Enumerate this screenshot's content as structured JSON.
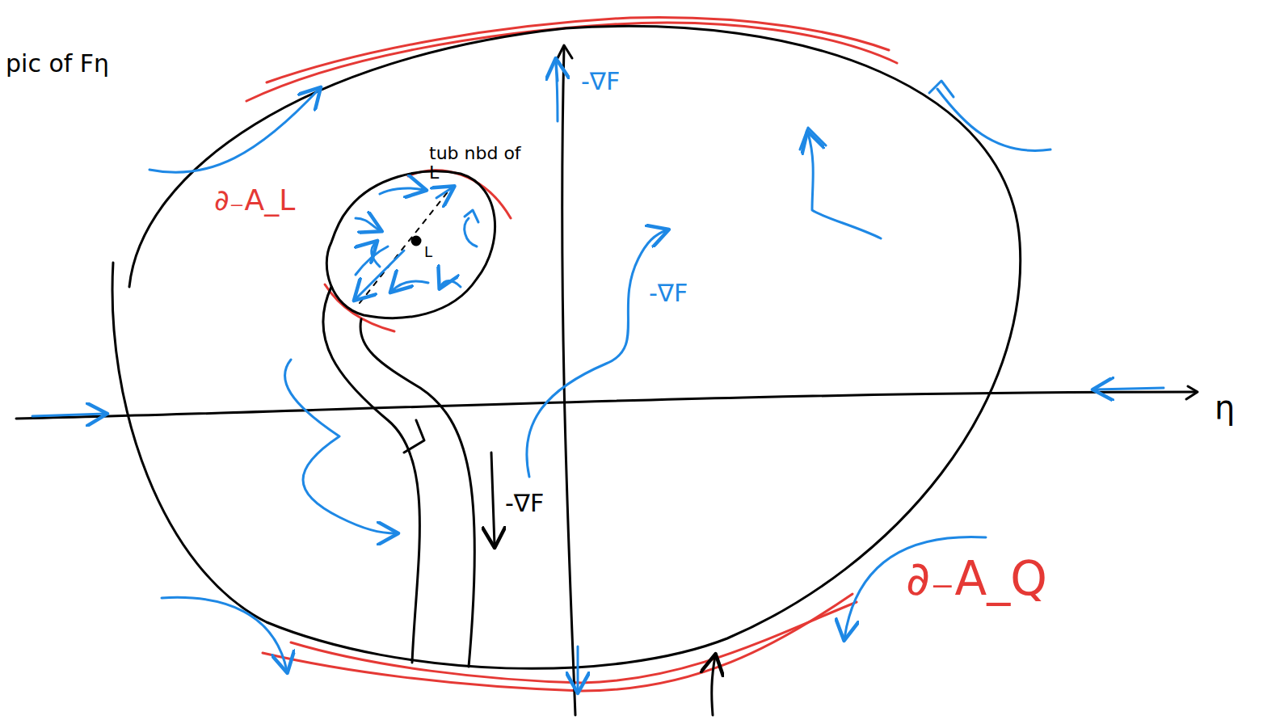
{
  "diagram": {
    "labels": [
      "pic of Fη",
      "-∇F",
      "-∇F",
      "-∇F",
      "tub nbd of L",
      "∂₋A_L",
      "∂₋A_Q",
      "η",
      "L"
    ]
  }
}
